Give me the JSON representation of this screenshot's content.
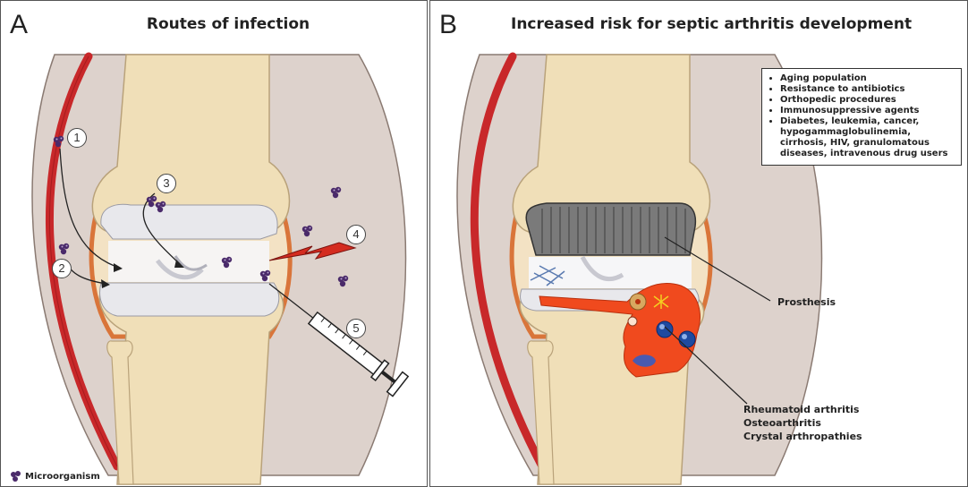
{
  "panel_a": {
    "letter": "A",
    "title": "Routes of infection",
    "route_numbers": [
      "1",
      "2",
      "3",
      "4",
      "5"
    ],
    "legend_label": "Microorganism"
  },
  "panel_b": {
    "letter": "B",
    "title": "Increased risk for septic arthritis development",
    "risk_factors": [
      "Aging population",
      "Resistance to antibiotics",
      "Orthopedic procedures",
      "Immunosuppressive agents",
      "Diabetes, leukemia, cancer, hypogammaglobulinemia, cirrhosis, HIV, granulomatous diseases, intravenous drug users"
    ],
    "prosthesis_label": "Prosthesis",
    "conditions": [
      "Rheumatoid arthritis",
      "Osteoarthritis",
      "Crystal arthropathies"
    ]
  },
  "colors": {
    "bone": "#f0dfb8",
    "soft_tissue": "#ddd2cc",
    "blood_vessel": "#c8282a",
    "synovium": "#d9753a",
    "cartilage": "#e8e8ec",
    "microorganism": "#4a2a6a",
    "inflammation": "#f04a1e",
    "prosthesis": "#7a7a7a"
  }
}
